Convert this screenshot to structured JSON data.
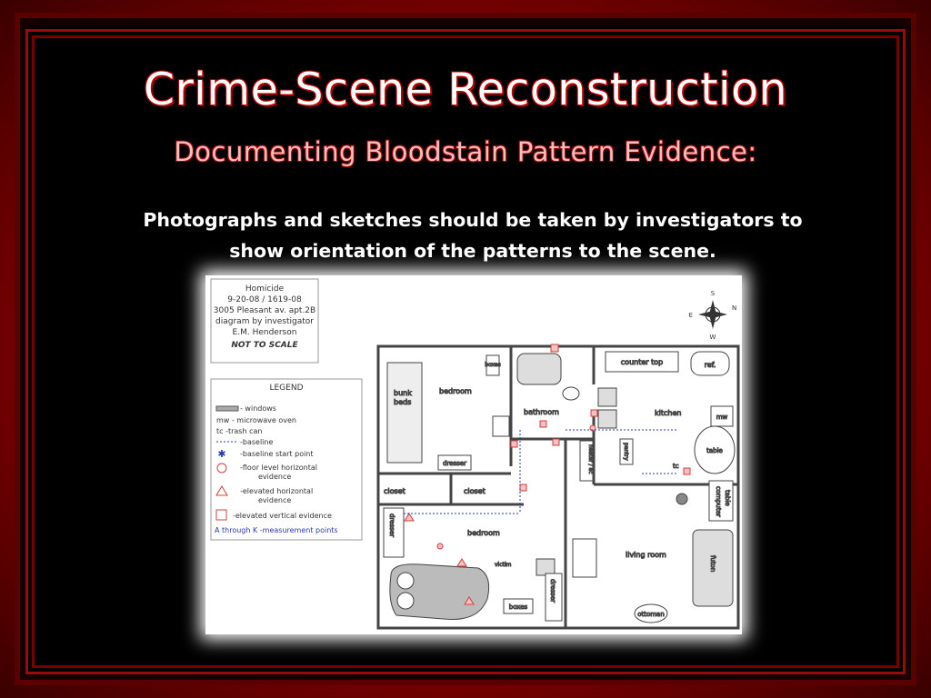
{
  "slide": {
    "title": "Crime-Scene Reconstruction",
    "subtitle": "Documenting Bloodstain Pattern Evidence:",
    "body_line1": "Photographs and sketches should be taken by investigators to",
    "body_line2": "show orientation of the patterns to the scene."
  },
  "diagram": {
    "header": {
      "line1": "Homicide",
      "line2": "9-20-08 /  1619-08",
      "line3": "3005 Pleasant av. apt.2B",
      "line4": "diagram by investigator",
      "line5": "E.M. Henderson",
      "line6": "NOT TO SCALE"
    },
    "legend": {
      "title": "LEGEND",
      "items": [
        "- windows",
        "mw  - microwave oven",
        "tc  -trash can",
        "-baseline",
        "-baseline start point",
        "-floor level horizontal",
        "evidence",
        "-elevated horizontal",
        "evidence",
        "-elevated vertical evidence",
        "A through K -measurement points"
      ]
    },
    "compass": {
      "n": "N",
      "s": "S",
      "e": "E",
      "w": "W"
    },
    "rooms": {
      "bedroom_top": "bedroom",
      "bunk_beds": [
        "bunk",
        "beds"
      ],
      "boxes_top": "boxes",
      "dresser_mid": "dresser",
      "closet1": "closet",
      "closet2": "closet",
      "bathroom": "bathroom",
      "heater": "heater / ac",
      "pantry": "pantry",
      "counter_top": "counter top",
      "ref": "ref.",
      "kitchen": "kitchen",
      "mw": "mw",
      "table": "table",
      "tc": "tc",
      "computer_table": [
        "computer",
        "table"
      ],
      "dresser_left": "dresser",
      "bedroom_bottom": "bedroom",
      "victim": "victim",
      "boxes_bottom": "boxes",
      "dresser_right": "dresser",
      "living_room": "living room",
      "futon": "futon",
      "ottoman": "ottoman"
    }
  }
}
